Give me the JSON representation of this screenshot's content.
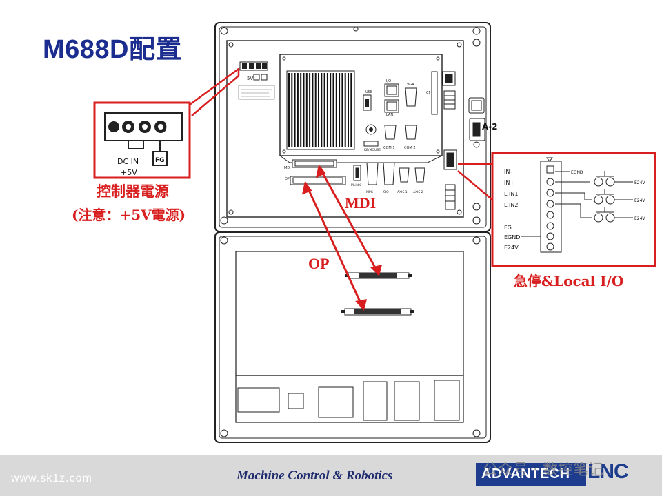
{
  "slide": {
    "title": "M688D配置",
    "psu_label_line1": "控制器電源",
    "psu_label_line2": "(注意：+5V電源)",
    "mdi_label": "MDI",
    "op_label": "OP",
    "estop_label": "急停&Local I/O"
  },
  "psu_detail": {
    "dc_in": "DC IN",
    "voltage": "+5V",
    "fg": "FG"
  },
  "controller": {
    "connector_5v": "5V",
    "side_tag": "A-2",
    "port_labels": {
      "usb": "USB",
      "io": "I/O",
      "lan": "LAN",
      "vga": "VGA",
      "cf": "CF",
      "com1": "COM 1",
      "com2": "COM 2",
      "mpg": "MPG",
      "sio": "SIO",
      "axis1": "AXIS 1",
      "axis2": "AXIS 2",
      "mlink": "MLINK",
      "md": "MD",
      "op": "OP",
      "kb": "KB/MOUSE"
    }
  },
  "estop_detail": {
    "pin_labels": [
      "IN-",
      "IN+",
      "L IN1",
      "L IN2",
      "FG",
      "EGND",
      "E24V"
    ],
    "egnd": "EGND",
    "e24v": "E24V"
  },
  "footer": {
    "url": "www.sk1z.com",
    "tagline": "Machine Control & Robotics",
    "watermark": "公众号 · 数控笔记",
    "brand": "ADVANTECH",
    "lnc": "LNC"
  },
  "colors": {
    "title": "#1b2d8f",
    "accent_red": "#d81e1e",
    "footer_bg": "#d9d9d9",
    "brand_blue": "#1d3c8e"
  }
}
